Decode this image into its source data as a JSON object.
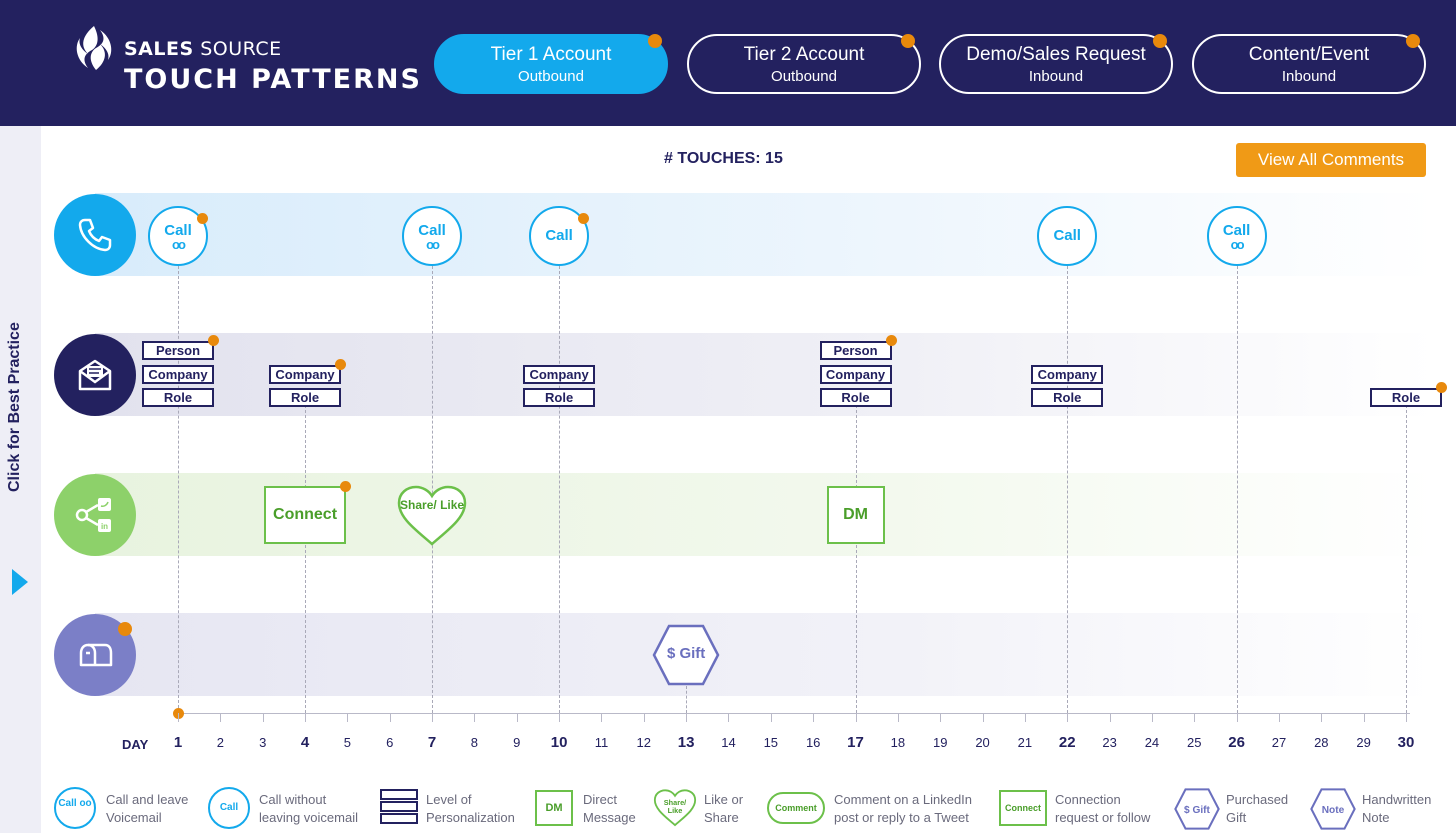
{
  "header": {
    "brand_line1_bold": "SALES",
    "brand_line1_rest": " SOURCE",
    "brand_line2": "TOUCH PATTERNS"
  },
  "tabs": [
    {
      "label": "Tier 1 Account",
      "sub": "Outbound",
      "active": true
    },
    {
      "label": "Tier 2 Account",
      "sub": "Outbound",
      "active": false
    },
    {
      "label": "Demo/Sales Request",
      "sub": "Inbound",
      "active": false
    },
    {
      "label": "Content/Event",
      "sub": "Inbound",
      "active": false
    }
  ],
  "sidebar": {
    "label": "Click for Best Practice"
  },
  "touches_label": "# TOUCHES: 15",
  "comments_button": "View All Comments",
  "colors": {
    "navy": "#23215f",
    "blue": "#13a9ec",
    "green": "#6cc04a",
    "purple": "#6a6fbe",
    "orange": "#e8890c",
    "button": "#f09a16"
  },
  "lanes": [
    {
      "name": "phone",
      "icon": "phone-icon"
    },
    {
      "name": "email",
      "icon": "envelope-icon"
    },
    {
      "name": "social",
      "icon": "share-icon"
    },
    {
      "name": "mail",
      "icon": "mailbox-icon"
    }
  ],
  "axis": {
    "title": "DAY",
    "days": [
      "1",
      "2",
      "3",
      "4",
      "5",
      "6",
      "7",
      "8",
      "9",
      "10",
      "11",
      "12",
      "13",
      "14",
      "15",
      "16",
      "17",
      "18",
      "19",
      "20",
      "21",
      "22",
      "23",
      "24",
      "25",
      "26",
      "27",
      "28",
      "29",
      "30"
    ],
    "highlighted": [
      "1",
      "4",
      "7",
      "10",
      "13",
      "17",
      "22",
      "26",
      "30"
    ]
  },
  "calls": [
    {
      "day": 1,
      "label": "Call",
      "voicemail": "oo",
      "comment": true
    },
    {
      "day": 7,
      "label": "Call",
      "voicemail": "oo",
      "comment": false
    },
    {
      "day": 10,
      "label": "Call",
      "voicemail": "",
      "comment": true
    },
    {
      "day": 22,
      "label": "Call",
      "voicemail": "",
      "comment": false
    },
    {
      "day": 26,
      "label": "Call",
      "voicemail": "oo",
      "comment": false
    }
  ],
  "emails": [
    {
      "day": 1,
      "levels": [
        "Person",
        "Company",
        "Role"
      ],
      "comment": true
    },
    {
      "day": 4,
      "levels": [
        "Company",
        "Role"
      ],
      "comment": true
    },
    {
      "day": 10,
      "levels": [
        "Company",
        "Role"
      ],
      "comment": false
    },
    {
      "day": 17,
      "levels": [
        "Person",
        "Company",
        "Role"
      ],
      "comment": true
    },
    {
      "day": 22,
      "levels": [
        "Company",
        "Role"
      ],
      "comment": false
    },
    {
      "day": 30,
      "levels": [
        "Role"
      ],
      "comment": true
    }
  ],
  "social": [
    {
      "day": 4,
      "label": "Connect",
      "shape": "box",
      "comment": true
    },
    {
      "day": 7,
      "label": "Share/ Like",
      "shape": "heart",
      "comment": false
    },
    {
      "day": 17,
      "label": "DM",
      "shape": "box",
      "comment": false
    }
  ],
  "mail": [
    {
      "day": 13,
      "label": "$ Gift",
      "shape": "hexagon"
    }
  ],
  "legend": [
    {
      "icon": "Call oo",
      "text": "Call and leave Voicemail"
    },
    {
      "icon": "Call",
      "text": "Call without leaving voicemail"
    },
    {
      "icon": "",
      "text": "Level of Personalization"
    },
    {
      "icon": "DM",
      "text": "Direct Message"
    },
    {
      "icon": "Share/ Like",
      "text": "Like or Share"
    },
    {
      "icon": "Comment",
      "text": "Comment on a LinkedIn post or reply to a Tweet"
    },
    {
      "icon": "Connect",
      "text": "Connection request or follow"
    },
    {
      "icon": "$ Gift",
      "text": "Purchased Gift"
    },
    {
      "icon": "Note",
      "text": "Handwritten Note"
    }
  ]
}
